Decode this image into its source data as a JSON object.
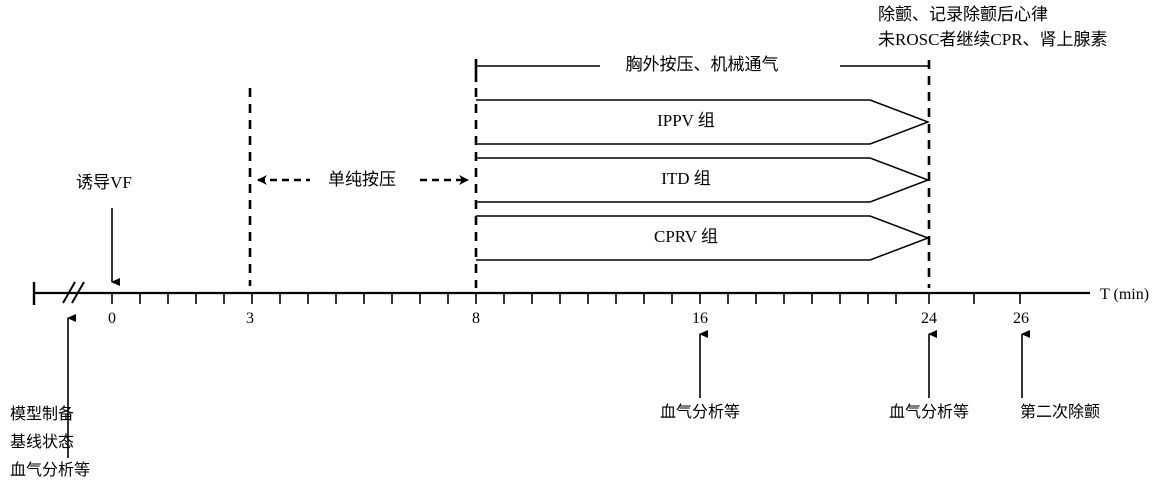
{
  "diagram": {
    "title_note_top": {
      "line1": "除颤、记录除颤后心律",
      "line2": "未ROSC者继续CPR、肾上腺素"
    },
    "phase_label_top": "胸外按压、机械通气",
    "compression_only_label": "单纯按压",
    "induce_vf_label": "诱导VF",
    "groups": [
      {
        "name": "IPPV 组"
      },
      {
        "name": "ITD 组"
      },
      {
        "name": "CPRV 组"
      }
    ],
    "axis": {
      "label": "T (min)",
      "break_symbol": "//",
      "tick_labels": [
        "0",
        "3",
        "8",
        "16",
        "24",
        "26"
      ]
    },
    "bottom_annotations": [
      {
        "lines": [
          "模型制备",
          "基线状态",
          "血气分析等"
        ]
      },
      {
        "lines": [
          "血气分析等"
        ]
      },
      {
        "lines": [
          "血气分析等"
        ]
      },
      {
        "lines": [
          "第二次除颤"
        ]
      }
    ],
    "colors": {
      "stroke": "#000000",
      "background": "#ffffff"
    }
  }
}
